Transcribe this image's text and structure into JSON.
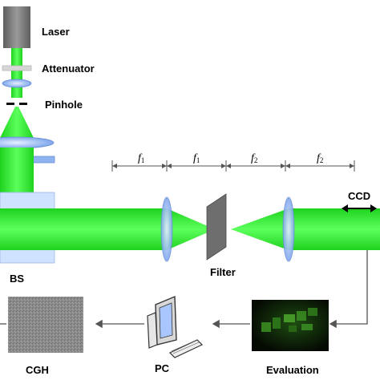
{
  "labels": {
    "laser": "Laser",
    "attenuator": "Attenuator",
    "pinhole": "Pinhole",
    "bs": "BS",
    "filter": "Filter",
    "ccd": "CCD",
    "pc": "PC",
    "cgh": "CGH",
    "evaluation": "Evaluation"
  },
  "focal_labels": [
    {
      "symbol": "f",
      "sub": "1"
    },
    {
      "symbol": "f",
      "sub": "1"
    },
    {
      "symbol": "f",
      "sub": "2"
    },
    {
      "symbol": "f",
      "sub": "2"
    }
  ],
  "colors": {
    "beam": "#33ee33",
    "beam_dark": "#19c419",
    "lens": "#9ec3ff",
    "lens_edge": "#6a8fd6",
    "arrow": "#555555",
    "laser_body": "#7a7a7a",
    "filter": "#6e6e6e"
  }
}
